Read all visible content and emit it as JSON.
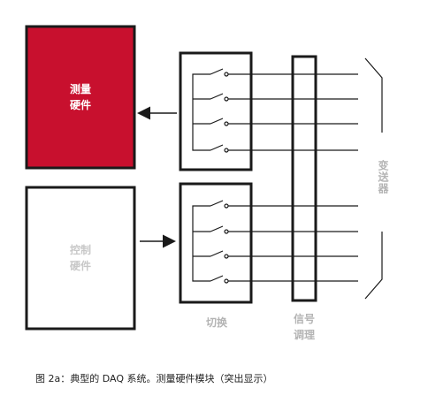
{
  "diagram": {
    "measure_module": {
      "line1": "测量",
      "line2": "硬件"
    },
    "control_module": {
      "line1": "控制",
      "line2": "硬件"
    },
    "switch_label": "切换",
    "signal_conditioning_label": {
      "line1": "信号",
      "line2": "调理"
    },
    "sensor_label": "变送器"
  },
  "caption": "图 2a：典型的 DAQ 系统。测量硬件模块（突出显示）",
  "colors": {
    "highlight": "#c8102e",
    "stroke": "#1a1a1a",
    "muted_text": "#b4b4b4"
  }
}
